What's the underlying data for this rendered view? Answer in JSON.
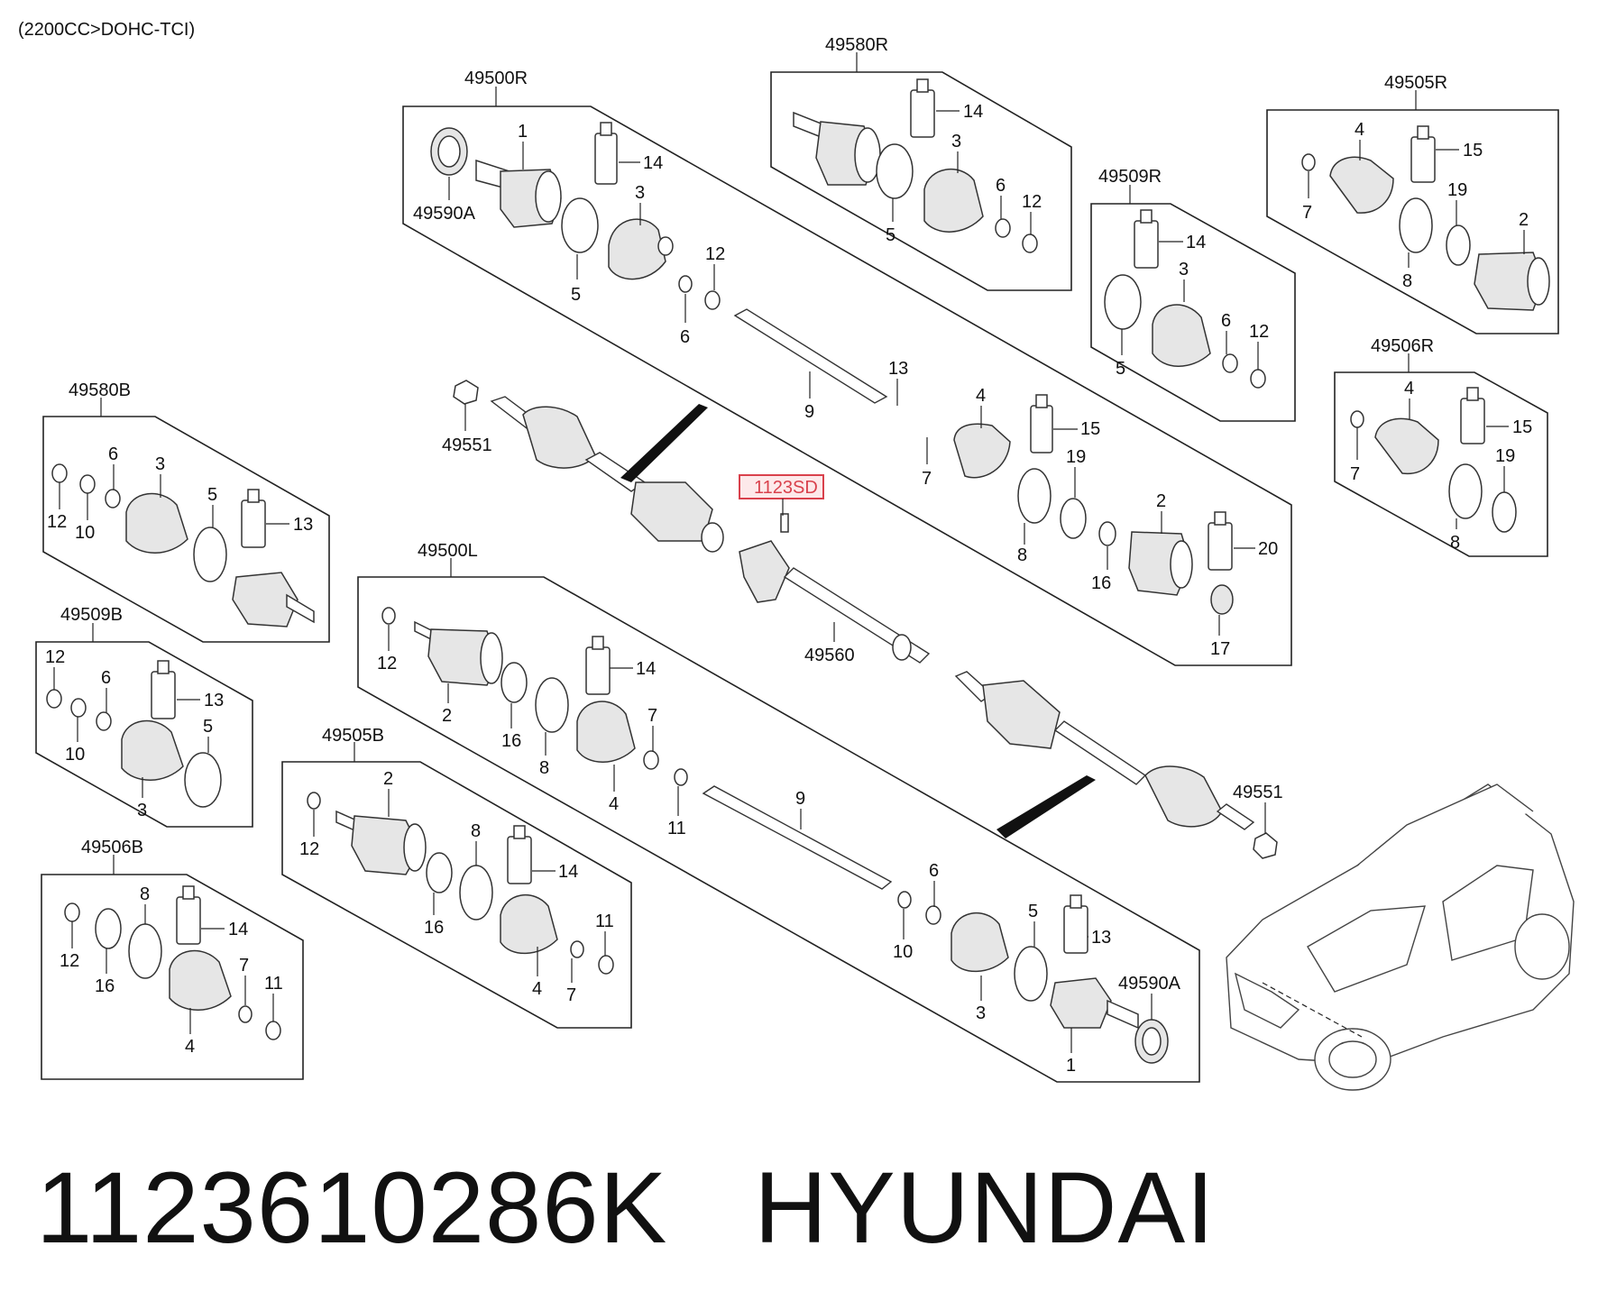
{
  "engine_note": "(2200CC>DOHC-TCI)",
  "footer": {
    "part_number": "1123610286K",
    "brand": "HYUNDAI"
  },
  "highlight_label": "1123SD",
  "groups": {
    "g49500R": "49500R",
    "g49580R": "49580R",
    "g49505R": "49505R",
    "g49509R": "49509R",
    "g49506R": "49506R",
    "g49580B": "49580B",
    "g49509B": "49509B",
    "g49506B": "49506B",
    "g49500L": "49500L",
    "g49505B": "49505B"
  },
  "labels": {
    "c49590A_top": "49590A",
    "c49590A_bot": "49590A",
    "c49551_top": "49551",
    "c49551_bot": "49551",
    "c49560": "49560",
    "n1": "1",
    "n2": "2",
    "n3": "3",
    "n4": "4",
    "n5": "5",
    "n6": "6",
    "n7": "7",
    "n8": "8",
    "n9": "9",
    "n10": "10",
    "n11": "11",
    "n12": "12",
    "n13": "13",
    "n14": "14",
    "n15": "15",
    "n16": "16",
    "n17": "17",
    "n19": "19",
    "n20": "20"
  }
}
